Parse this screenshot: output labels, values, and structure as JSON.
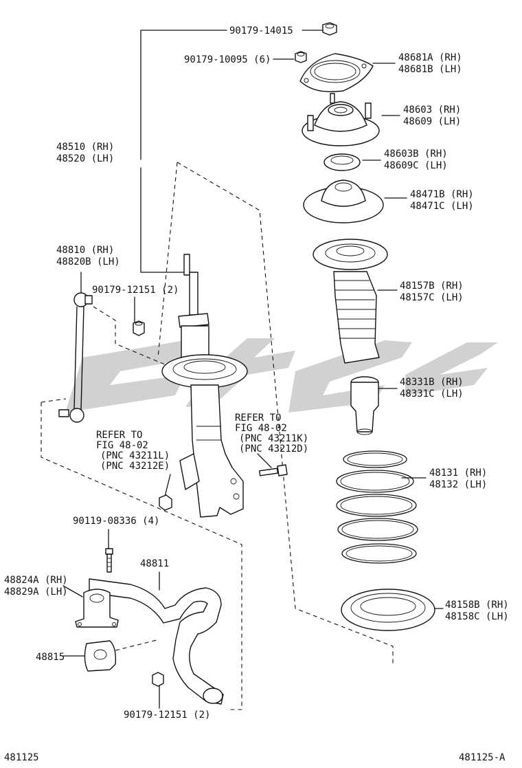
{
  "callouts": [
    {
      "id": "nut-top",
      "lines": [
        "90179-14015"
      ]
    },
    {
      "id": "nut-mount",
      "lines": [
        "90179-10095 (6)"
      ]
    },
    {
      "id": "plate",
      "lines": [
        "48681A (RH)",
        "48681B (LH)"
      ]
    },
    {
      "id": "support",
      "lines": [
        "48603 (RH)",
        "48609 (LH)"
      ]
    },
    {
      "id": "bearing",
      "lines": [
        "48603B (RH)",
        "48609C (LH)"
      ]
    },
    {
      "id": "upper-seat",
      "lines": [
        "48471B (RH)",
        "48471C (LH)"
      ]
    },
    {
      "id": "strut",
      "lines": [
        "48510 (RH)",
        "48520 (LH)"
      ]
    },
    {
      "id": "boot",
      "lines": [
        "48157B (RH)",
        "48157C (LH)"
      ]
    },
    {
      "id": "link",
      "lines": [
        "48810  (RH)",
        "48820B (LH)"
      ]
    },
    {
      "id": "nut-link",
      "lines": [
        "90179-12151 (2)"
      ]
    },
    {
      "id": "bumper",
      "lines": [
        "48331B (RH)",
        "48331C (LH)"
      ]
    },
    {
      "id": "refer-right",
      "lines": [
        "REFER TO",
        "FIG 48-02",
        "(PNC 43211K)",
        "(PNC 43212D)"
      ]
    },
    {
      "id": "refer-left",
      "lines": [
        "REFER TO",
        "FIG 48-02",
        "(PNC 43211L)",
        "(PNC 43212E)"
      ]
    },
    {
      "id": "spring",
      "lines": [
        "48131 (RH)",
        "48132 (LH)"
      ]
    },
    {
      "id": "bolt",
      "lines": [
        "90119-08336 (4)"
      ]
    },
    {
      "id": "stabilizer",
      "lines": [
        "48811"
      ]
    },
    {
      "id": "bracket",
      "lines": [
        "48824A (RH)",
        "48829A (LH)"
      ]
    },
    {
      "id": "lower-seat",
      "lines": [
        "48158B (RH)",
        "48158C (LH)"
      ]
    },
    {
      "id": "bushing",
      "lines": [
        "48815"
      ]
    },
    {
      "id": "nut-bottom",
      "lines": [
        "90179-12151 (2)"
      ]
    }
  ],
  "footer": {
    "left_code": "481125",
    "right_code": "481125-A"
  }
}
